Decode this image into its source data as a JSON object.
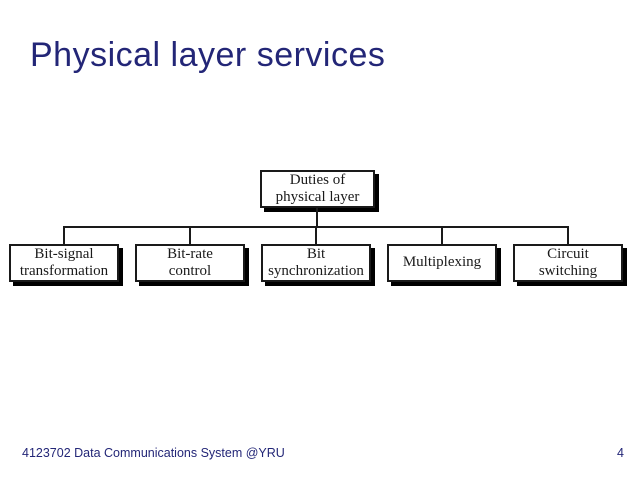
{
  "title": "Physical layer services",
  "diagram": {
    "root": {
      "label": "Duties of\nphysical layer"
    },
    "children": [
      {
        "label": "Bit-signal\ntransformation"
      },
      {
        "label": "Bit-rate\ncontrol"
      },
      {
        "label": "Bit\nsynchronization"
      },
      {
        "label": "Multiplexing"
      },
      {
        "label": "Circuit\nswitching"
      }
    ]
  },
  "footer": {
    "course": "4123702 Data Communications System @YRU",
    "page_number": "4"
  },
  "colors": {
    "accent_navy": "#232677",
    "box_border": "#1a1a1a",
    "box_shadow": "#000000",
    "background": "#ffffff"
  }
}
